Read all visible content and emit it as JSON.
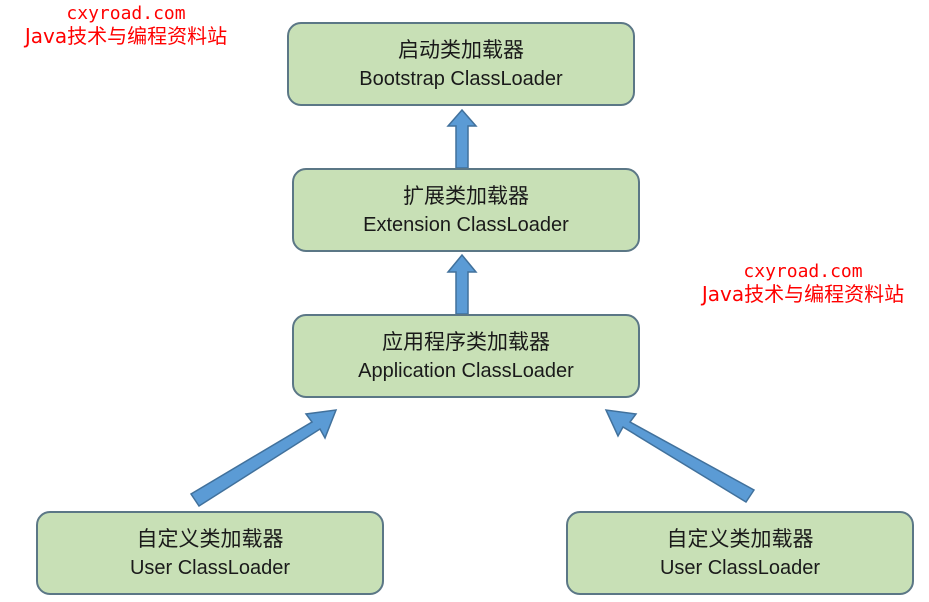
{
  "nodes": {
    "bootstrap": {
      "zh": "启动类加载器",
      "en": "Bootstrap ClassLoader"
    },
    "extension": {
      "zh": "扩展类加载器",
      "en": "Extension ClassLoader"
    },
    "application": {
      "zh": "应用程序类加载器",
      "en": "Application ClassLoader"
    },
    "user_left": {
      "zh": "自定义类加载器",
      "en": "User ClassLoader"
    },
    "user_right": {
      "zh": "自定义类加载器",
      "en": "User ClassLoader"
    }
  },
  "watermark": {
    "site": "cxyroad.com",
    "slogan": "Java技术与编程资料站"
  },
  "colors": {
    "box_fill": "#c8e0b6",
    "box_border": "#5b7786",
    "arrow_fill": "#5b9bd5",
    "arrow_stroke": "#41719c",
    "watermark": "#ff0000"
  }
}
